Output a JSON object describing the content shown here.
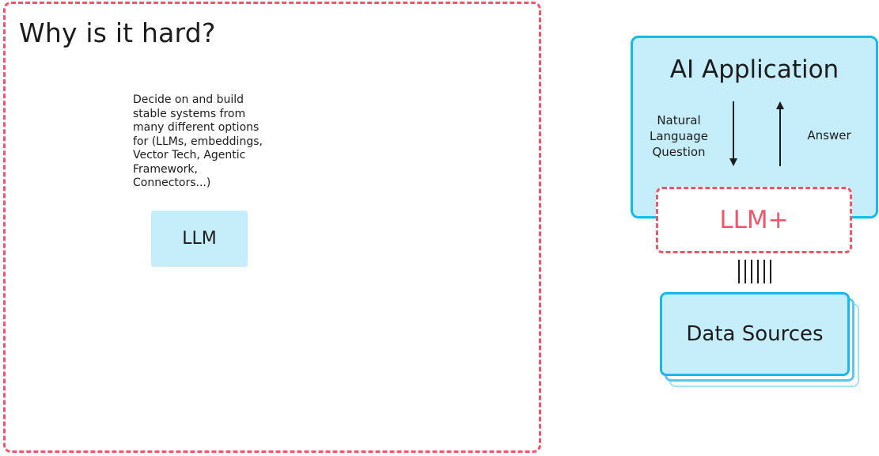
{
  "left_panel": {
    "title": "Why is it hard?",
    "description_lines": [
      "Decide on and build",
      "stable systems from",
      "many different options",
      "for (LLMs, embeddings,",
      "Vector Tech, Agentic",
      "Framework,",
      "Connectors...)"
    ],
    "llm_label": "LLM"
  },
  "right_diagram": {
    "app_title": "AI Application",
    "question_lines": [
      "Natural",
      "Language",
      "Question"
    ],
    "answer_label": "Answer",
    "llm_plus_label": "LLM+",
    "data_sources_label": "Data Sources"
  },
  "colors": {
    "accent_red": "#f0566b",
    "accent_blue": "#1ab7ea",
    "light_blue_fill": "#c6eefa"
  }
}
